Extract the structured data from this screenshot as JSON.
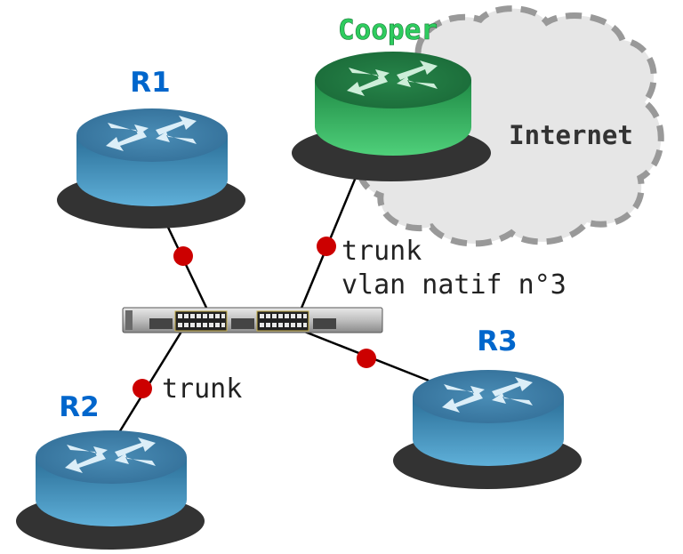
{
  "routers": {
    "r1": {
      "label": "R1"
    },
    "r2": {
      "label": "R2"
    },
    "r3": {
      "label": "R3"
    },
    "cooper": {
      "label": "Cooper"
    }
  },
  "cloud": {
    "label": "Internet"
  },
  "links": {
    "cooper_switch": {
      "label_line1": "trunk",
      "label_line2": "vlan natif n°3"
    },
    "r2_switch": {
      "label": "trunk"
    }
  },
  "colors": {
    "router_blue": "#3d7fa8",
    "router_green": "#2aa657",
    "label_blue": "#0066cc",
    "label_green": "#2ecc5e",
    "link_dot": "#cc0000",
    "cloud_fill": "#e6e6e6",
    "cloud_stroke": "#999999"
  }
}
